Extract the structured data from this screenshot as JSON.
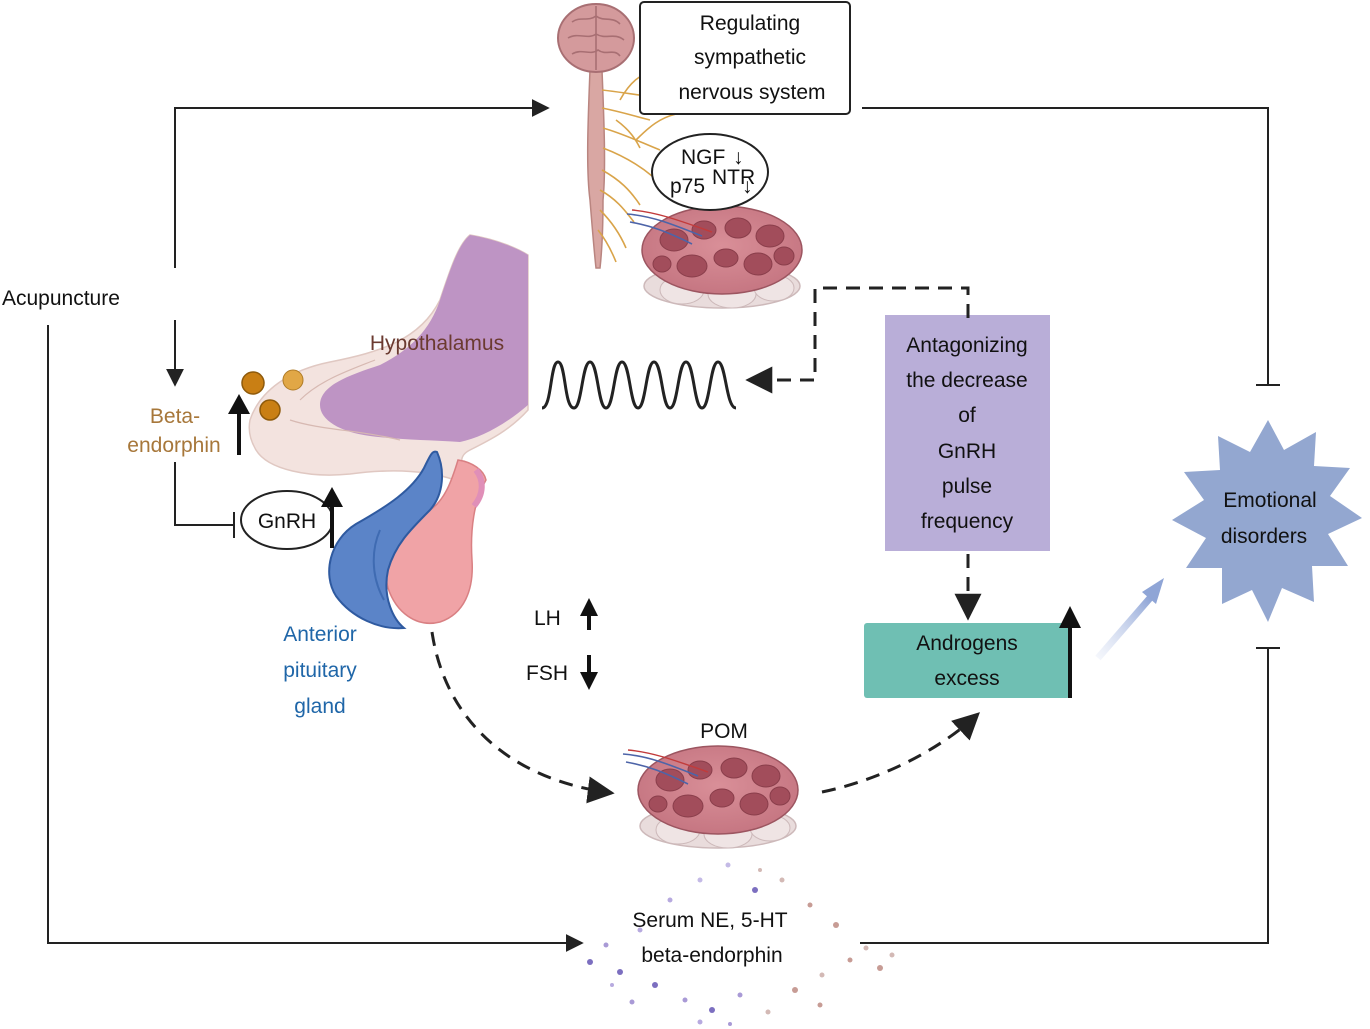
{
  "labels": {
    "acupuncture": "Acupuncture",
    "regulating": [
      "Regulating",
      "sympathetic",
      "nervous system"
    ],
    "ngf": "NGF",
    "p75": "p75",
    "ntr": "NTR",
    "down_arrow": "↓",
    "hypothalamus": "Hypothalamus",
    "beta_endorphin": [
      "Beta-",
      "endorphin"
    ],
    "gnrh": "GnRH",
    "anterior_pituitary": [
      "Anterior",
      "pituitary",
      "gland"
    ],
    "antagonizing": [
      "Antagonizing",
      "the decrease",
      "of",
      "GnRH",
      "pulse",
      "frequency"
    ],
    "lh": "LH",
    "fsh": "FSH",
    "pom": "POM",
    "androgens": [
      "Androgens",
      "excess"
    ],
    "emotional": [
      "Emotional",
      "disorders"
    ],
    "serum": [
      "Serum NE, 5-HT",
      "beta-endorphin"
    ]
  },
  "colors": {
    "hypothalamus": "#be94c4",
    "hypothalamus_base": "#f3e3df",
    "pituitary_blue": "#5b84c8",
    "pituitary_pink": "#f0a3a6",
    "beta_text": "#a7773a",
    "pituitary_text": "#1f66a8",
    "hypothalamus_text": "#6b3a30",
    "antagonize_box": "#b9aed8",
    "androgen_box": "#6fbfb3",
    "emotional_star": "#93a7d0",
    "ovary": "#c97a85",
    "spine": "#d9a7a3",
    "nerves": "#d9a44a"
  }
}
